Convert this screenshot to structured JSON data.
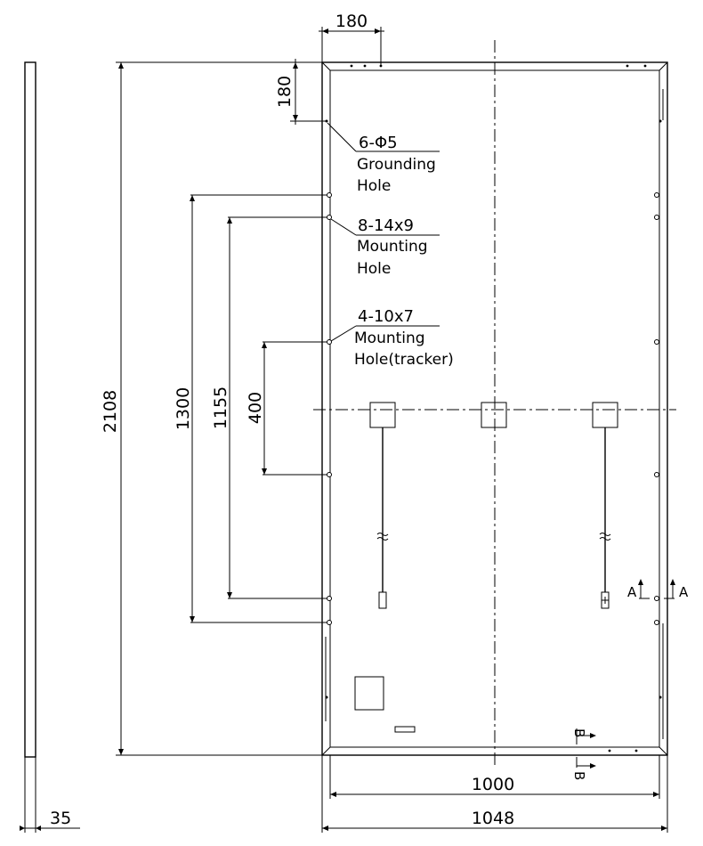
{
  "dimensions": {
    "top_offset": "180",
    "side_offset": "180",
    "height_total": "2108",
    "span_1300": "1300",
    "span_1155": "1155",
    "span_400": "400",
    "inner_width": "1000",
    "outer_width": "1048",
    "frame_thickness": "35"
  },
  "callouts": {
    "grounding": {
      "spec": "6-Φ5",
      "line1": "Grounding",
      "line2": "Hole"
    },
    "mounting": {
      "spec": "8-14x9",
      "line1": "Mounting",
      "line2": "Hole"
    },
    "tracker": {
      "spec": "4-10x7",
      "line1": "Mounting",
      "line2": "Hole(tracker)"
    }
  },
  "sections": {
    "a_left": "A",
    "a_right": "A",
    "b_top": "B",
    "b_bottom": "B"
  }
}
